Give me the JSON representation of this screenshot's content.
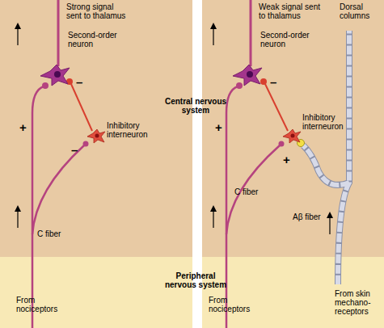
{
  "diagram": {
    "labels": [
      "Strong signal sent to thalamus",
      "Weak signal sent to thalamus",
      "Dorsal columns",
      "Second-order neuron",
      "Second-order neuron",
      "Central nervous system",
      "Inhibitory interneuron",
      "Inhibitory interneuron",
      "+",
      "–",
      "–",
      "+",
      "–",
      "+",
      "C fiber",
      "Aβ fiber",
      "C fiber",
      "Peripheral nervous system",
      "From nociceptors",
      "From nociceptors",
      "From skin mechano- receptors"
    ]
  }
}
